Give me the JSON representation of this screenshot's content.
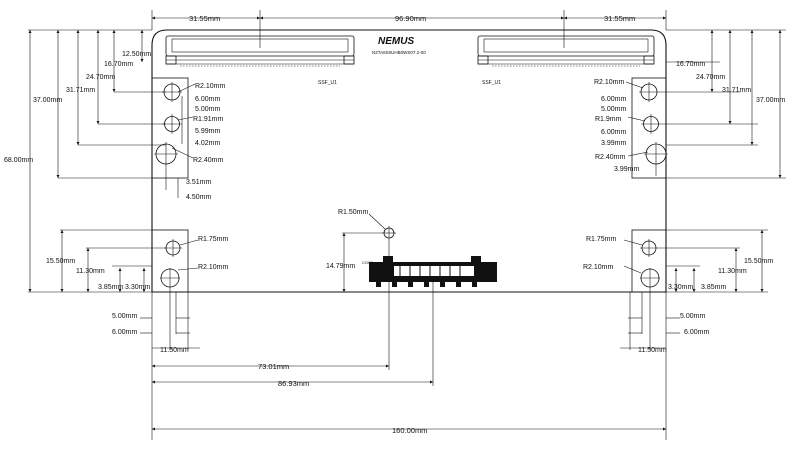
{
  "board": {
    "logo_text": "NEMUS",
    "part_number": "N2TA8S0UHB0WS07.2-00",
    "connector_label_left": "SSF_U1",
    "connector_label_right": "SSF_U1",
    "center_connector_label": "CON1"
  },
  "dimensions": {
    "top_left": "31.55mm",
    "top_center": "96.90mm",
    "top_right": "31.55mm",
    "left_12_50": "12.50mm",
    "left_16_70": "16.70mm",
    "left_24_70": "24.70mm",
    "left_31_71": "31.71mm",
    "left_37_00": "37.00mm",
    "left_68_00": "68.00mm",
    "left_15_50": "15.50mm",
    "left_11_30": "11.30mm",
    "left_3_85": "3.85mm",
    "left_3_30": "3.30mm",
    "left_5_00": "5.00mm",
    "left_6_00": "6.00mm",
    "left_11_50": "11.50mm",
    "left_hole_r1": "R2.10mm",
    "left_6_00a": "6.00mm",
    "left_5_00a": "5.00mm",
    "left_hole_r2": "R1.91mm",
    "left_5_99": "5.99mm",
    "left_4_02": "4.02mm",
    "left_hole_r3": "R2.40mm",
    "left_3_51": "3.51mm",
    "left_4_50": "4.50mm",
    "left_bottom_r1": "R1.75mm",
    "left_bottom_r2": "R2.10mm",
    "center_r": "R1.50mm",
    "center_14_79": "14.79mm",
    "bottom_73_01": "73.01mm",
    "bottom_86_93": "86.93mm",
    "bottom_160": "160.00mm",
    "right_16_70": "16.70mm",
    "right_24_70": "24.70mm",
    "right_31_71": "31.71mm",
    "right_37_00": "37.00mm",
    "right_hole_r1": "R2.10mm",
    "right_6_00a": "6.00mm",
    "right_5_00a": "5.00mm",
    "right_hole_r2": "R1.9mm",
    "right_6_00b": "6.00mm",
    "right_3_99a": "3.99mm",
    "right_hole_r3": "R2.40mm",
    "right_3_99b": "3.99mm",
    "right_bottom_r1": "R1.75mm",
    "right_bottom_r2": "R2.10mm",
    "right_15_50": "15.50mm",
    "right_11_30": "11.30mm",
    "right_3_30": "3.30mm",
    "right_3_85": "3.85mm",
    "right_5_00": "5.00mm",
    "right_6_00": "6.00mm",
    "right_11_50": "11.50mm"
  }
}
